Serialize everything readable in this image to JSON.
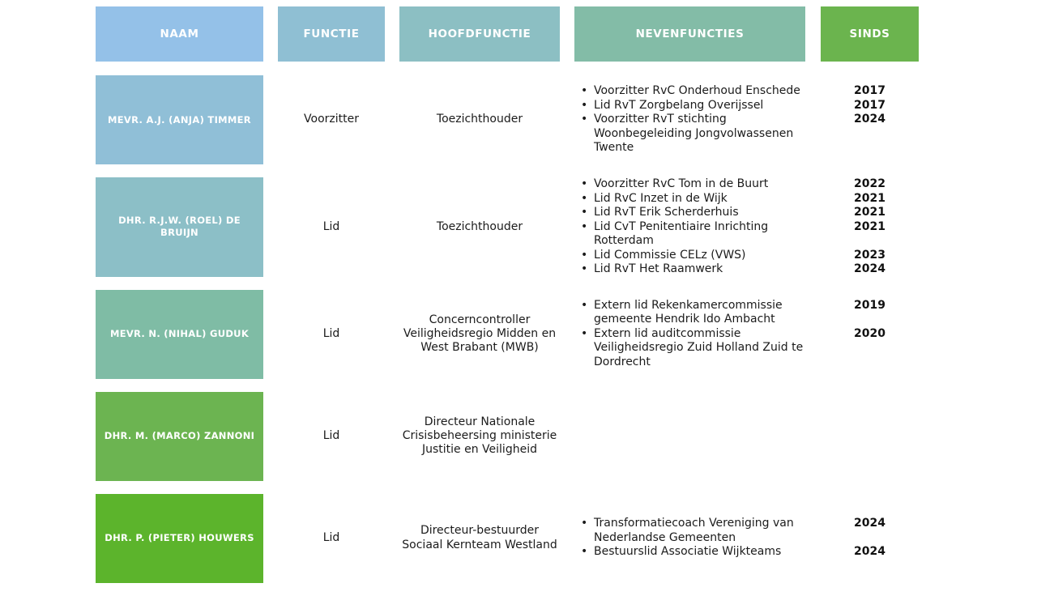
{
  "table": {
    "headers": [
      {
        "label": "NAAM",
        "color": "#94C1E8"
      },
      {
        "label": "FUNCTIE",
        "color": "#8FBFD3"
      },
      {
        "label": "HOOFDFUNCTIE",
        "color": "#8CBFC3"
      },
      {
        "label": "NEVENFUNCTIES",
        "color": "#83BCA7"
      },
      {
        "label": "SINDS",
        "color": "#6BB44E"
      }
    ],
    "rows": [
      {
        "naam": "MEVR. A.J. (ANJA) TIMMER",
        "naam_color": "#90BFD7",
        "functie": "Voorzitter",
        "hoofdfunctie": "Toezichthouder",
        "nevenfuncties": [
          {
            "text": "Voorzitter RvC Onderhoud Enschede",
            "sinds": "2017"
          },
          {
            "text": "Lid RvT Zorgbelang Overijssel",
            "sinds": "2017"
          },
          {
            "text": "Voorzitter RvT stichting Woonbegeleiding Jongvolwassenen Twente",
            "sinds": "2024"
          }
        ]
      },
      {
        "naam": "DHR. R.J.W. (ROEL) DE BRUIJN",
        "naam_color": "#8CBFC7",
        "functie": "Lid",
        "hoofdfunctie": "Toezichthouder",
        "nevenfuncties": [
          {
            "text": "Voorzitter RvC Tom in de Buurt",
            "sinds": "2022"
          },
          {
            "text": "Lid RvC Inzet in de Wijk",
            "sinds": "2021"
          },
          {
            "text": "Lid RvT Erik Scherderhuis",
            "sinds": "2021"
          },
          {
            "text": "Lid CvT Penitentiaire Inrichting Rotterdam",
            "sinds": "2021"
          },
          {
            "text": "Lid Commissie CELz (VWS)",
            "sinds": "2023"
          },
          {
            "text": "Lid RvT Het Raamwerk",
            "sinds": "2024"
          }
        ]
      },
      {
        "naam": "MEVR. N. (NIHAL) GUDUK",
        "naam_color": "#7FBCA5",
        "functie": "Lid",
        "hoofdfunctie": "Concerncontroller Veiligheidsregio Midden en West Brabant (MWB)",
        "nevenfuncties": [
          {
            "text": "Extern lid Rekenkamercommissie gemeente Hendrik Ido Ambacht",
            "sinds": "2019"
          },
          {
            "text": "Extern lid auditcommissie Veiligheidsregio Zuid Holland Zuid te Dordrecht",
            "sinds": "2020"
          }
        ]
      },
      {
        "naam": "DHR. M. (MARCO) ZANNONI",
        "naam_color": "#6CB451",
        "functie": "Lid",
        "hoofdfunctie": "Directeur Nationale Crisisbeheersing ministerie Justitie en Veiligheid",
        "nevenfuncties": []
      },
      {
        "naam": "DHR. P. (PIETER) HOUWERS",
        "naam_color": "#5CB42C",
        "functie": "Lid",
        "hoofdfunctie": "Directeur-bestuurder Sociaal Kernteam Westland",
        "nevenfuncties": [
          {
            "text": "Transformatiecoach Vereniging van Nederlandse Gemeenten",
            "sinds": "2024"
          },
          {
            "text": "Bestuurslid Associatie Wijkteams",
            "sinds": "2024"
          }
        ]
      }
    ]
  }
}
